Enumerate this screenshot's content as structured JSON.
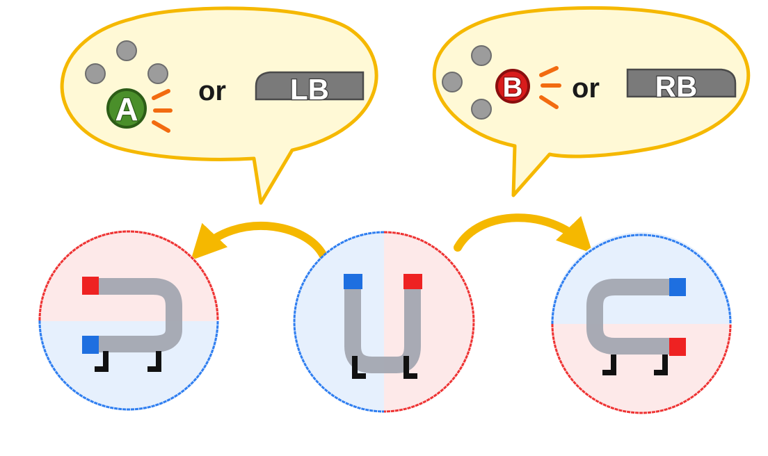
{
  "controls": {
    "left": {
      "button": "A",
      "connector": "or",
      "shoulder": "LB",
      "button_color": "#4a8f2a"
    },
    "right": {
      "button": "B",
      "connector": "or",
      "shoulder": "RB",
      "button_color": "#d81c1c"
    }
  },
  "colors": {
    "bubble_fill": "#fff9d6",
    "bubble_stroke": "#f5b800",
    "arrow": "#f5b800",
    "burst": "#f26b10",
    "pole_red": "#ee2222",
    "pole_blue": "#1e6fe0",
    "zone_red": "#fde9e9",
    "zone_blue": "#e6f0fd",
    "magnet_body": "#a3a7b1"
  },
  "magnets": [
    {
      "name": "rotated-left",
      "orientation": "opening-left"
    },
    {
      "name": "upright",
      "orientation": "opening-up"
    },
    {
      "name": "rotated-right",
      "orientation": "opening-right"
    }
  ]
}
